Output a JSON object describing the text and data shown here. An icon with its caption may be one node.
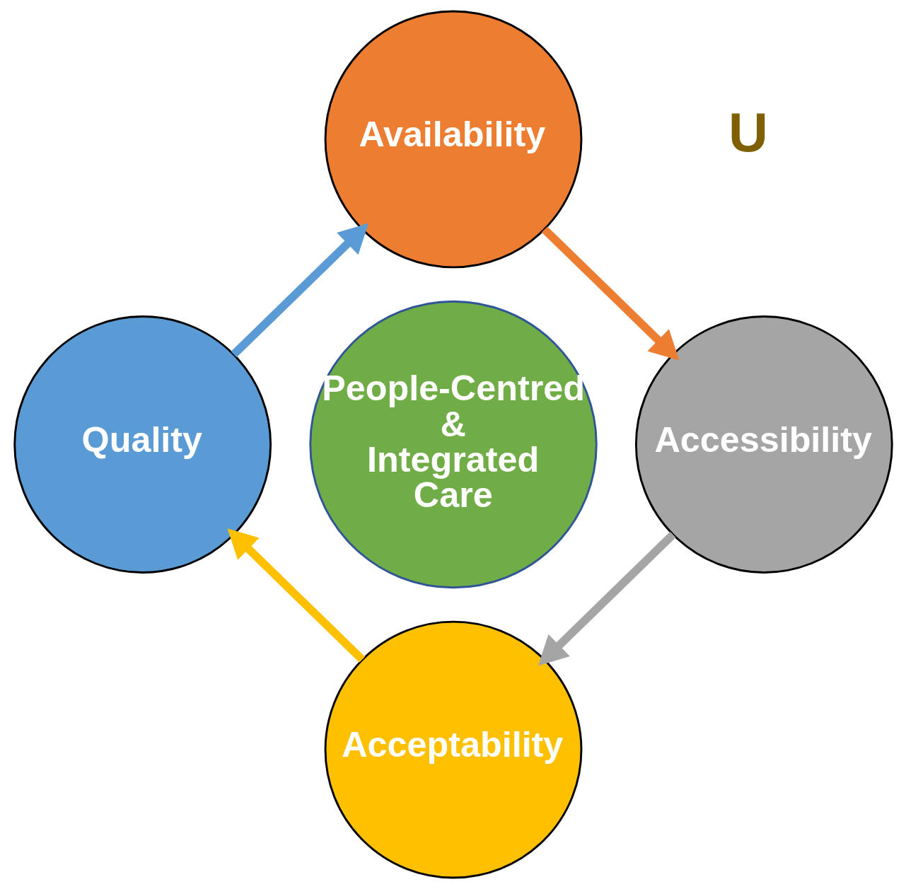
{
  "diagram": {
    "nodes": [
      {
        "text": [
          "Availability"
        ]
      },
      {
        "text": [
          "Quality"
        ]
      },
      {
        "text": [
          "People-Centred & Integrated Care"
        ]
      },
      {
        "text": [
          "Accessibility"
        ]
      },
      {
        "text": [
          "Acceptability"
        ]
      }
    ],
    "edges": [
      {
        "from": 0,
        "to": 3,
        "arrow": "to",
        "color": "#ed7d31"
      },
      {
        "from": 3,
        "to": 4,
        "arrow": "to",
        "color": "#a5a5a5"
      },
      {
        "from": 4,
        "to": 1,
        "arrow": "to",
        "color": "#ffc000"
      },
      {
        "from": 1,
        "to": 0,
        "arrow": "to",
        "color": "#5b9bd5"
      }
    ],
    "labels": [
      "U"
    ]
  }
}
